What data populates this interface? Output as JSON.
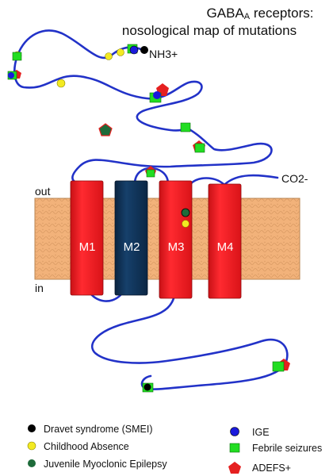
{
  "title": {
    "line1_main": "GABA",
    "line1_sub": "A",
    "line1_rest": " receptors:",
    "line2": "nosological map of mutations"
  },
  "labels": {
    "n_terminus": "NH3+",
    "c_terminus": "CO2-",
    "outside": "out",
    "inside": "in"
  },
  "segments": [
    {
      "label": "M1",
      "color": "#ee1c24"
    },
    {
      "label": "M2",
      "color": "#0d2d4e"
    },
    {
      "label": "M3",
      "color": "#ee1c24"
    },
    {
      "label": "M4",
      "color": "#ee1c24"
    }
  ],
  "legend": [
    {
      "key": "dravet",
      "label": "Dravet syndrome (SMEI)",
      "shape": "circle",
      "color": "#000000"
    },
    {
      "key": "ige",
      "label": "IGE",
      "shape": "circle",
      "color": "#1a1adb"
    },
    {
      "key": "absence",
      "label": "Childhood Absence",
      "shape": "circle",
      "color": "#f3ea22"
    },
    {
      "key": "febrile",
      "label": "Febrile seizures",
      "shape": "square",
      "color": "#22dd22"
    },
    {
      "key": "jme",
      "label": "Juvenile Myoclonic Epilepsy",
      "shape": "circle",
      "color": "#1e6b3a"
    },
    {
      "key": "adefs",
      "label": "ADEFS+",
      "shape": "pentagon",
      "color": "#e52020"
    }
  ],
  "colors": {
    "chain": "#2232c8",
    "membrane": "#f2b27a",
    "membrane_texture": "#d99a63"
  }
}
